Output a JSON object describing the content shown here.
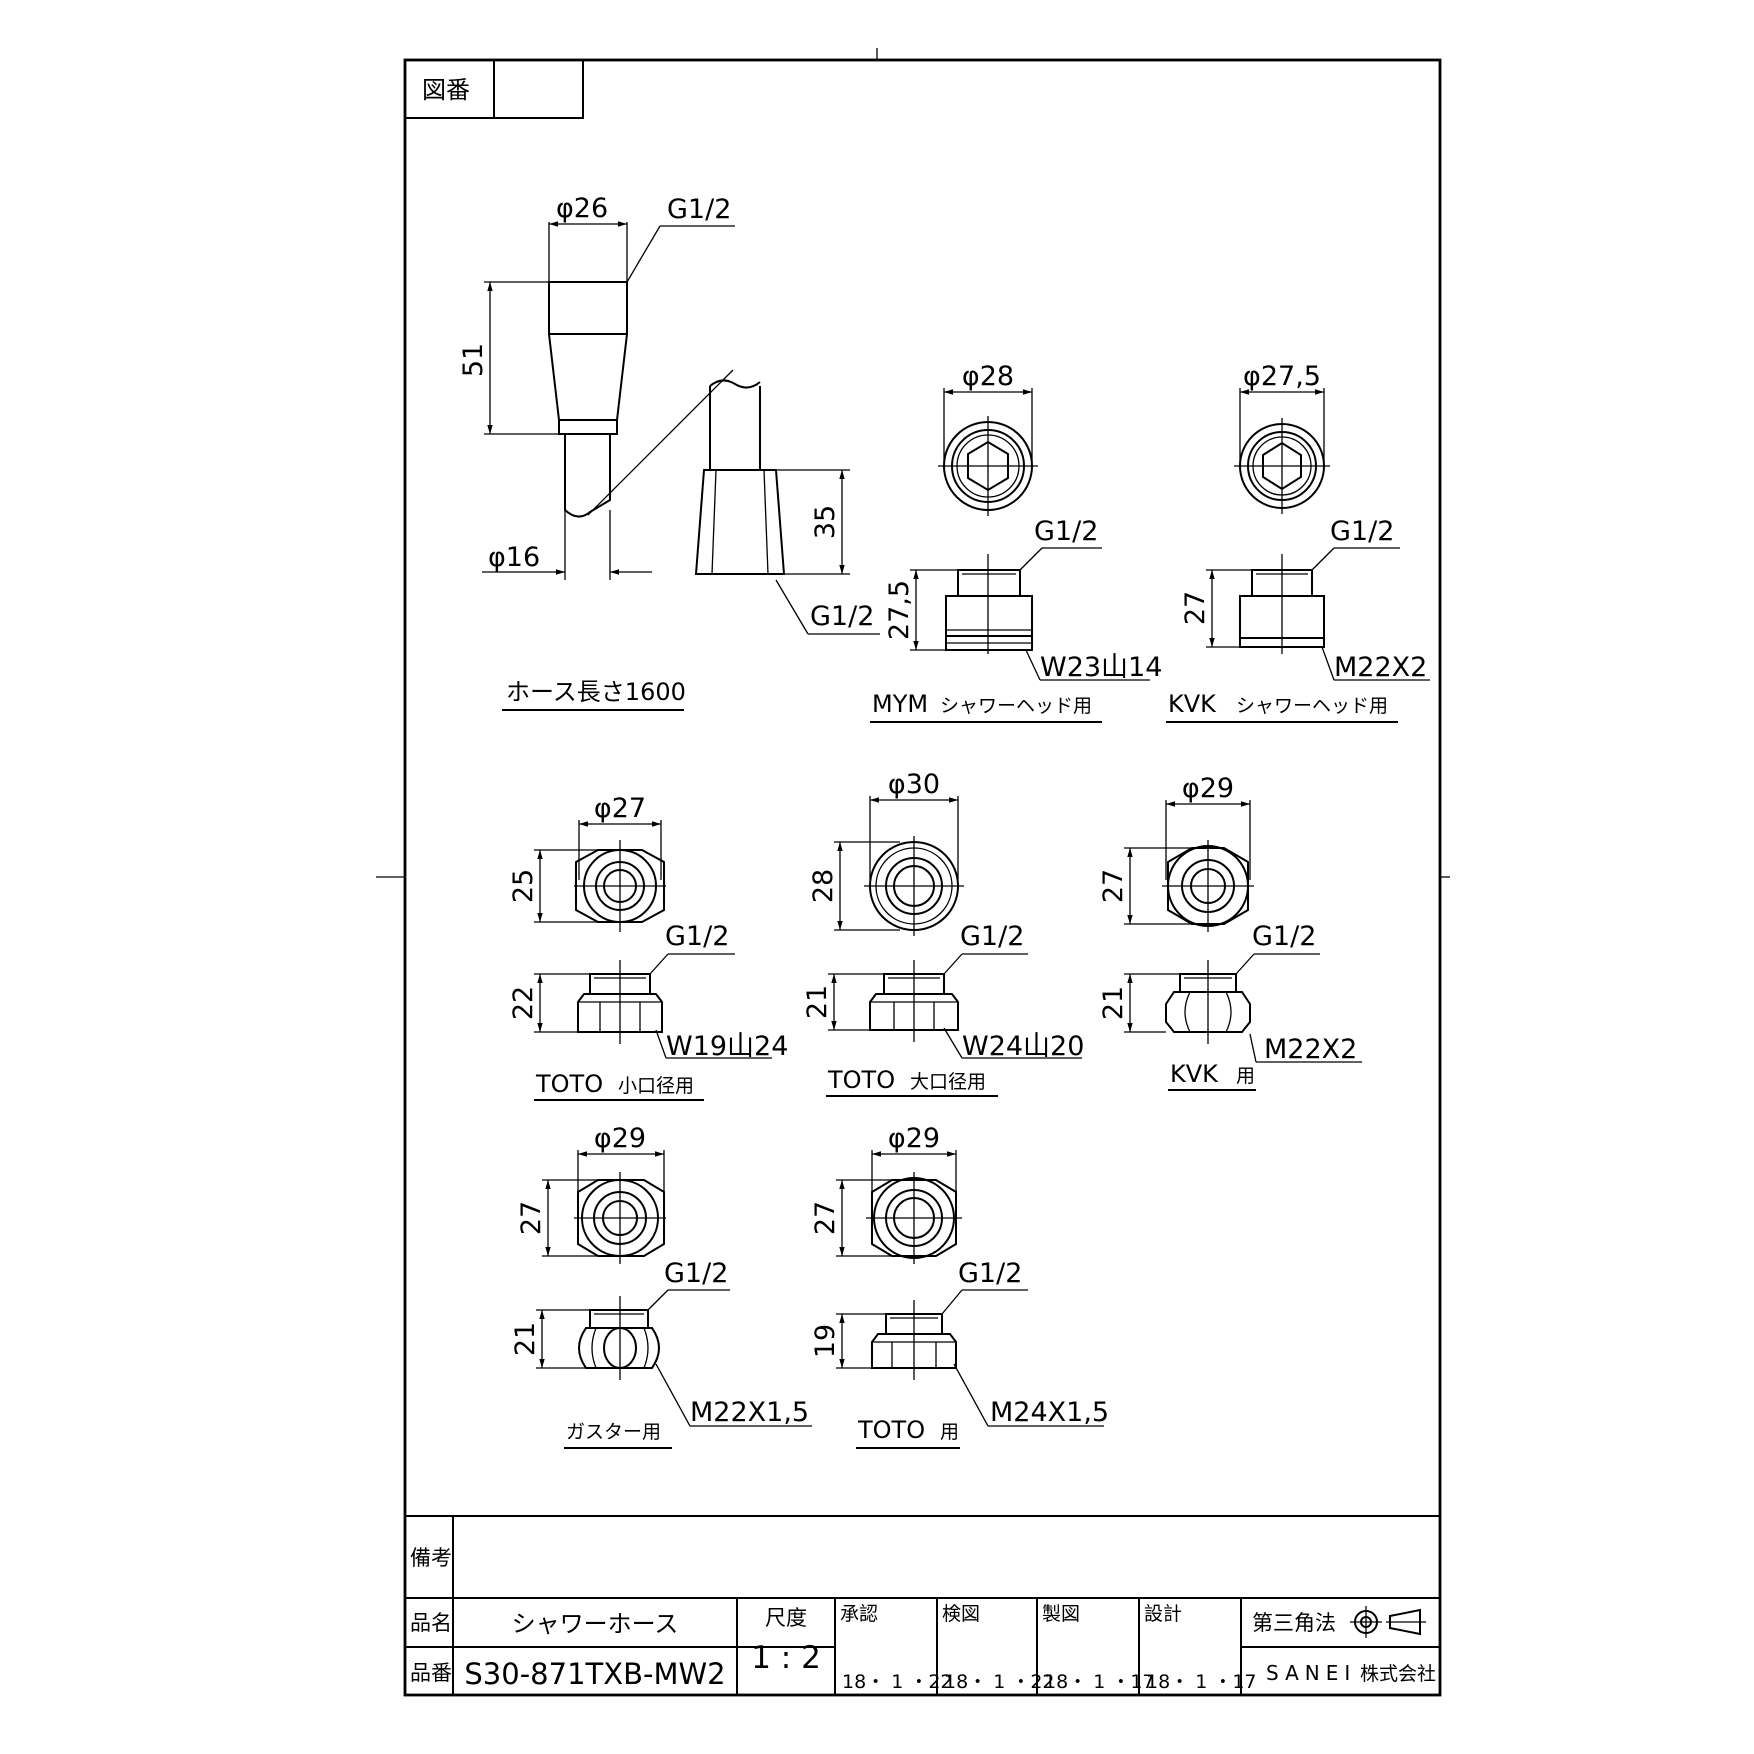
{
  "drawing_number_label": "図番",
  "hose": {
    "dia_top": "φ26",
    "thread_top": "G1/2",
    "length_top": "51",
    "dia_hose": "φ16",
    "length_nut": "35",
    "thread_nut": "G1/2",
    "caption": "ホース長さ1600"
  },
  "adapters": [
    {
      "dia": "φ28",
      "thread": "G1/2",
      "height": "27,5",
      "spec": "W23山14",
      "caption_main": "MYM",
      "caption_sub": "シャワーヘッド用"
    },
    {
      "dia": "φ27,5",
      "thread": "G1/2",
      "height": "27",
      "spec": "M22X2",
      "caption_main": "KVK",
      "caption_sub": "シャワーヘッド用"
    },
    {
      "dia": "φ27",
      "thread": "G1/2",
      "width_dim": "25",
      "height": "22",
      "spec": "W19山24",
      "caption_main": "TOTO",
      "caption_sub": "小口径用"
    },
    {
      "dia": "φ30",
      "thread": "G1/2",
      "width_dim": "28",
      "height": "21",
      "spec": "W24山20",
      "caption_main": "TOTO",
      "caption_sub": "大口径用"
    },
    {
      "dia": "φ29",
      "thread": "G1/2",
      "width_dim": "27",
      "height": "21",
      "spec": "M22X2",
      "caption_main": "KVK",
      "caption_sub": "用"
    },
    {
      "dia": "φ29",
      "thread": "G1/2",
      "width_dim": "27",
      "height": "21",
      "spec": "M22X1,5",
      "caption_main": "",
      "caption_sub": "ガスター用"
    },
    {
      "dia": "φ29",
      "thread": "G1/2",
      "width_dim": "27",
      "height": "19",
      "spec": "M24X1,5",
      "caption_main": "TOTO",
      "caption_sub": "用"
    }
  ],
  "title_block": {
    "remarks_label": "備考",
    "name_label": "品名",
    "name_value": "シャワーホース",
    "number_label": "品番",
    "number_value": "S30-871TXB-MW2",
    "scale_label": "尺度",
    "scale_value": "1 : 2",
    "approvals": [
      {
        "label": "承認",
        "date": "18・ 1 ・22"
      },
      {
        "label": "検図",
        "date": "18・ 1 ・22"
      },
      {
        "label": "製図",
        "date": "18・ 1 ・17"
      },
      {
        "label": "設計",
        "date": "18・ 1 ・17"
      }
    ],
    "projection": "第三角法",
    "company_name": "SANEI",
    "company_suffix": "株式会社"
  }
}
